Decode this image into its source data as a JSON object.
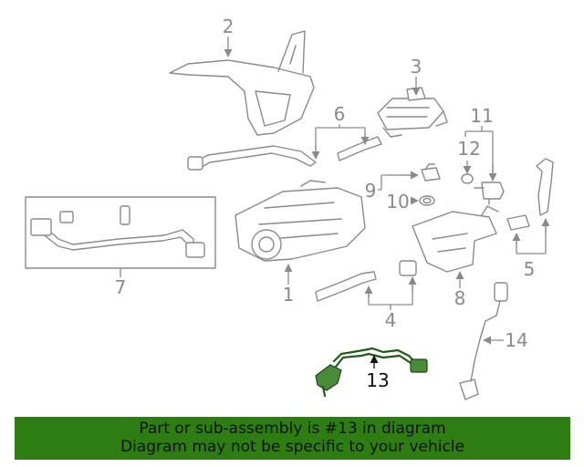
{
  "callouts": {
    "c1": "1",
    "c2": "2",
    "c3": "3",
    "c4": "4",
    "c5": "5",
    "c6": "6",
    "c7": "7",
    "c8": "8",
    "c9": "9",
    "c10": "10",
    "c11": "11",
    "c12": "12",
    "c13": "13",
    "c14": "14"
  },
  "banner": {
    "line1": "Part or sub-assembly is #13 in diagram",
    "line2": "Diagram may not be specific to your vehicle"
  },
  "colors": {
    "highlight_part": "#4a8a38",
    "banner_background": "#2e7d12",
    "line_art": "#8a8a8a"
  }
}
